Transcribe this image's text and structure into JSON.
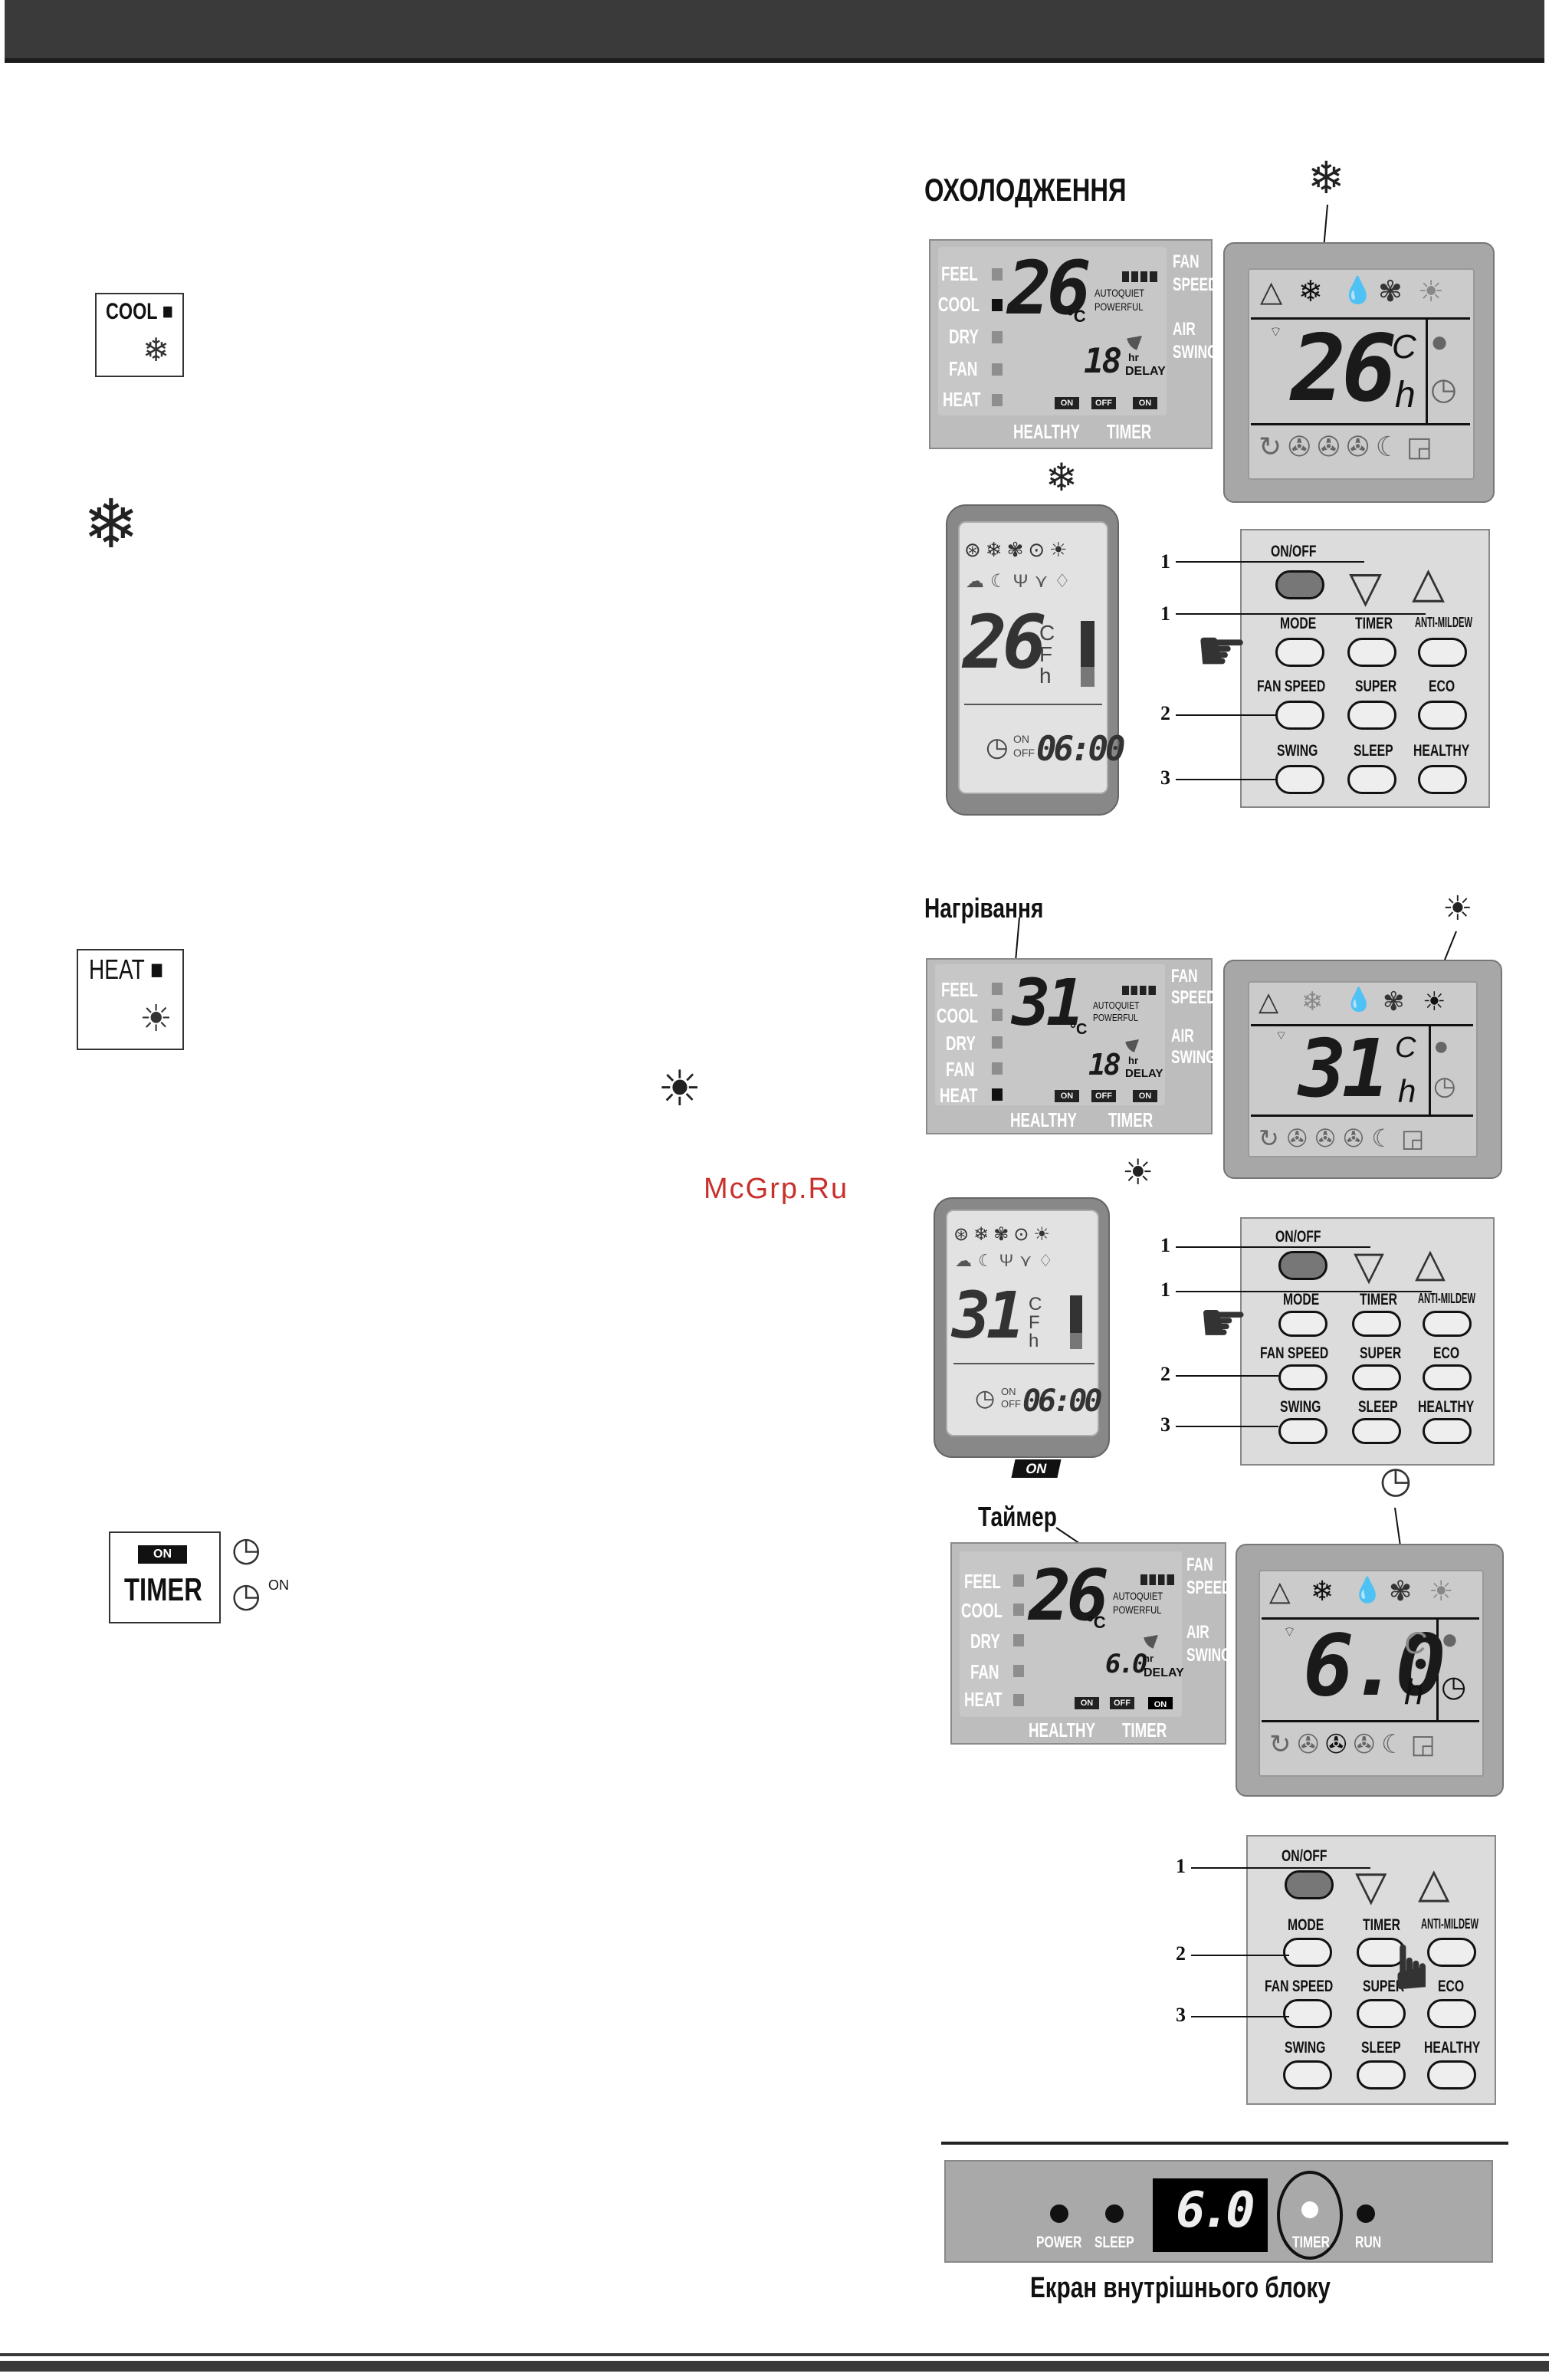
{
  "watermark": "McGrp.Ru",
  "left": {
    "cool_box": {
      "label": "COOL ■",
      "icon": "snowflake-icon"
    },
    "heat_box": {
      "label": "HEAT ■",
      "icon": "sun-icon"
    },
    "timer_box": {
      "tag": "ON",
      "label": "TIMER",
      "on_sup": "ON"
    }
  },
  "cool": {
    "title": "ОХОЛОДЖЕННЯ",
    "panel_a": {
      "modes": [
        "FEEL",
        "COOL",
        "DRY",
        "FAN",
        "HEAT"
      ],
      "digits": "26",
      "unit": "°C",
      "right": [
        "FAN",
        "SPEED",
        "AIR",
        "SWING"
      ],
      "autoquiet": "AUTOQUIET",
      "powerful": "POWERFUL",
      "hr": "18",
      "hr_unit": "hr",
      "delay": "DELAY",
      "on1": "ON",
      "off": "OFF",
      "on2": "ON",
      "healthy": "HEALTHY",
      "timer": "TIMER"
    },
    "panel_b": {
      "digits": "26",
      "c": "C",
      "h": "h"
    },
    "panel_c": {
      "digits": "26",
      "c": "C",
      "f": "F",
      "h": "h",
      "on": "ON",
      "off": "OFF",
      "time": "06:00"
    },
    "remote": {
      "onoff": "ON/OFF",
      "mode": "MODE",
      "timer": "TIMER",
      "antimildew": "ANTI-MILDEW",
      "fanspeed": "FAN SPEED",
      "super": "SUPER",
      "eco": "ECO",
      "swing": "SWING",
      "sleep": "SLEEP",
      "healthy": "HEALTHY",
      "n1a": "1",
      "n1b": "1",
      "n2": "2",
      "n3": "3"
    }
  },
  "heat": {
    "title": "Нагрівання",
    "panel_a": {
      "modes": [
        "FEEL",
        "COOL",
        "DRY",
        "FAN",
        "HEAT"
      ],
      "digits": "31",
      "unit": "°C",
      "right": [
        "FAN",
        "SPEED",
        "AIR",
        "SWING"
      ],
      "autoquiet": "AUTOQUIET",
      "powerful": "POWERFUL",
      "hr": "18",
      "hr_unit": "hr",
      "delay": "DELAY",
      "on1": "ON",
      "off": "OFF",
      "on2": "ON",
      "healthy": "HEALTHY",
      "timer": "TIMER"
    },
    "panel_b": {
      "digits": "31",
      "c": "C",
      "h": "h"
    },
    "panel_c": {
      "digits": "31",
      "c": "C",
      "f": "F",
      "h": "h",
      "on": "ON",
      "off": "OFF",
      "time": "06:00"
    },
    "remote": {
      "onoff": "ON/OFF",
      "mode": "MODE",
      "timer": "TIMER",
      "antimildew": "ANTI-MILDEW",
      "fanspeed": "FAN SPEED",
      "super": "SUPER",
      "eco": "ECO",
      "swing": "SWING",
      "sleep": "SLEEP",
      "healthy": "HEALTHY",
      "n1a": "1",
      "n1b": "1",
      "n2": "2",
      "n3": "3"
    }
  },
  "timer": {
    "on_tag": "ON",
    "title": "Таймер",
    "panel_a": {
      "modes": [
        "FEEL",
        "COOL",
        "DRY",
        "FAN",
        "HEAT"
      ],
      "digits": "26",
      "unit": "°C",
      "right": [
        "FAN",
        "SPEED",
        "AIR",
        "SWING"
      ],
      "autoquiet": "AUTOQUIET",
      "powerful": "POWERFUL",
      "hr": "6.0",
      "hr_unit": "hr",
      "delay": "DELAY",
      "on1": "ON",
      "off": "OFF",
      "on2": "ON",
      "healthy": "HEALTHY",
      "timer": "TIMER"
    },
    "panel_b": {
      "digits": "6.0",
      "c": "C",
      "h": "h"
    },
    "remote": {
      "onoff": "ON/OFF",
      "mode": "MODE",
      "timer": "TIMER",
      "antimildew": "ANTI-MILDEW",
      "fanspeed": "FAN SPEED",
      "super": "SUPER",
      "eco": "ECO",
      "swing": "SWING",
      "sleep": "SLEEP",
      "healthy": "HEALTHY",
      "n1": "1",
      "n2": "2",
      "n3": "3"
    },
    "indoor": {
      "power": "POWER",
      "sleep": "SLEEP",
      "display": "6.0",
      "timer": "TIMER",
      "run": "RUN",
      "caption": "Екран внутрішнього блоку"
    }
  }
}
